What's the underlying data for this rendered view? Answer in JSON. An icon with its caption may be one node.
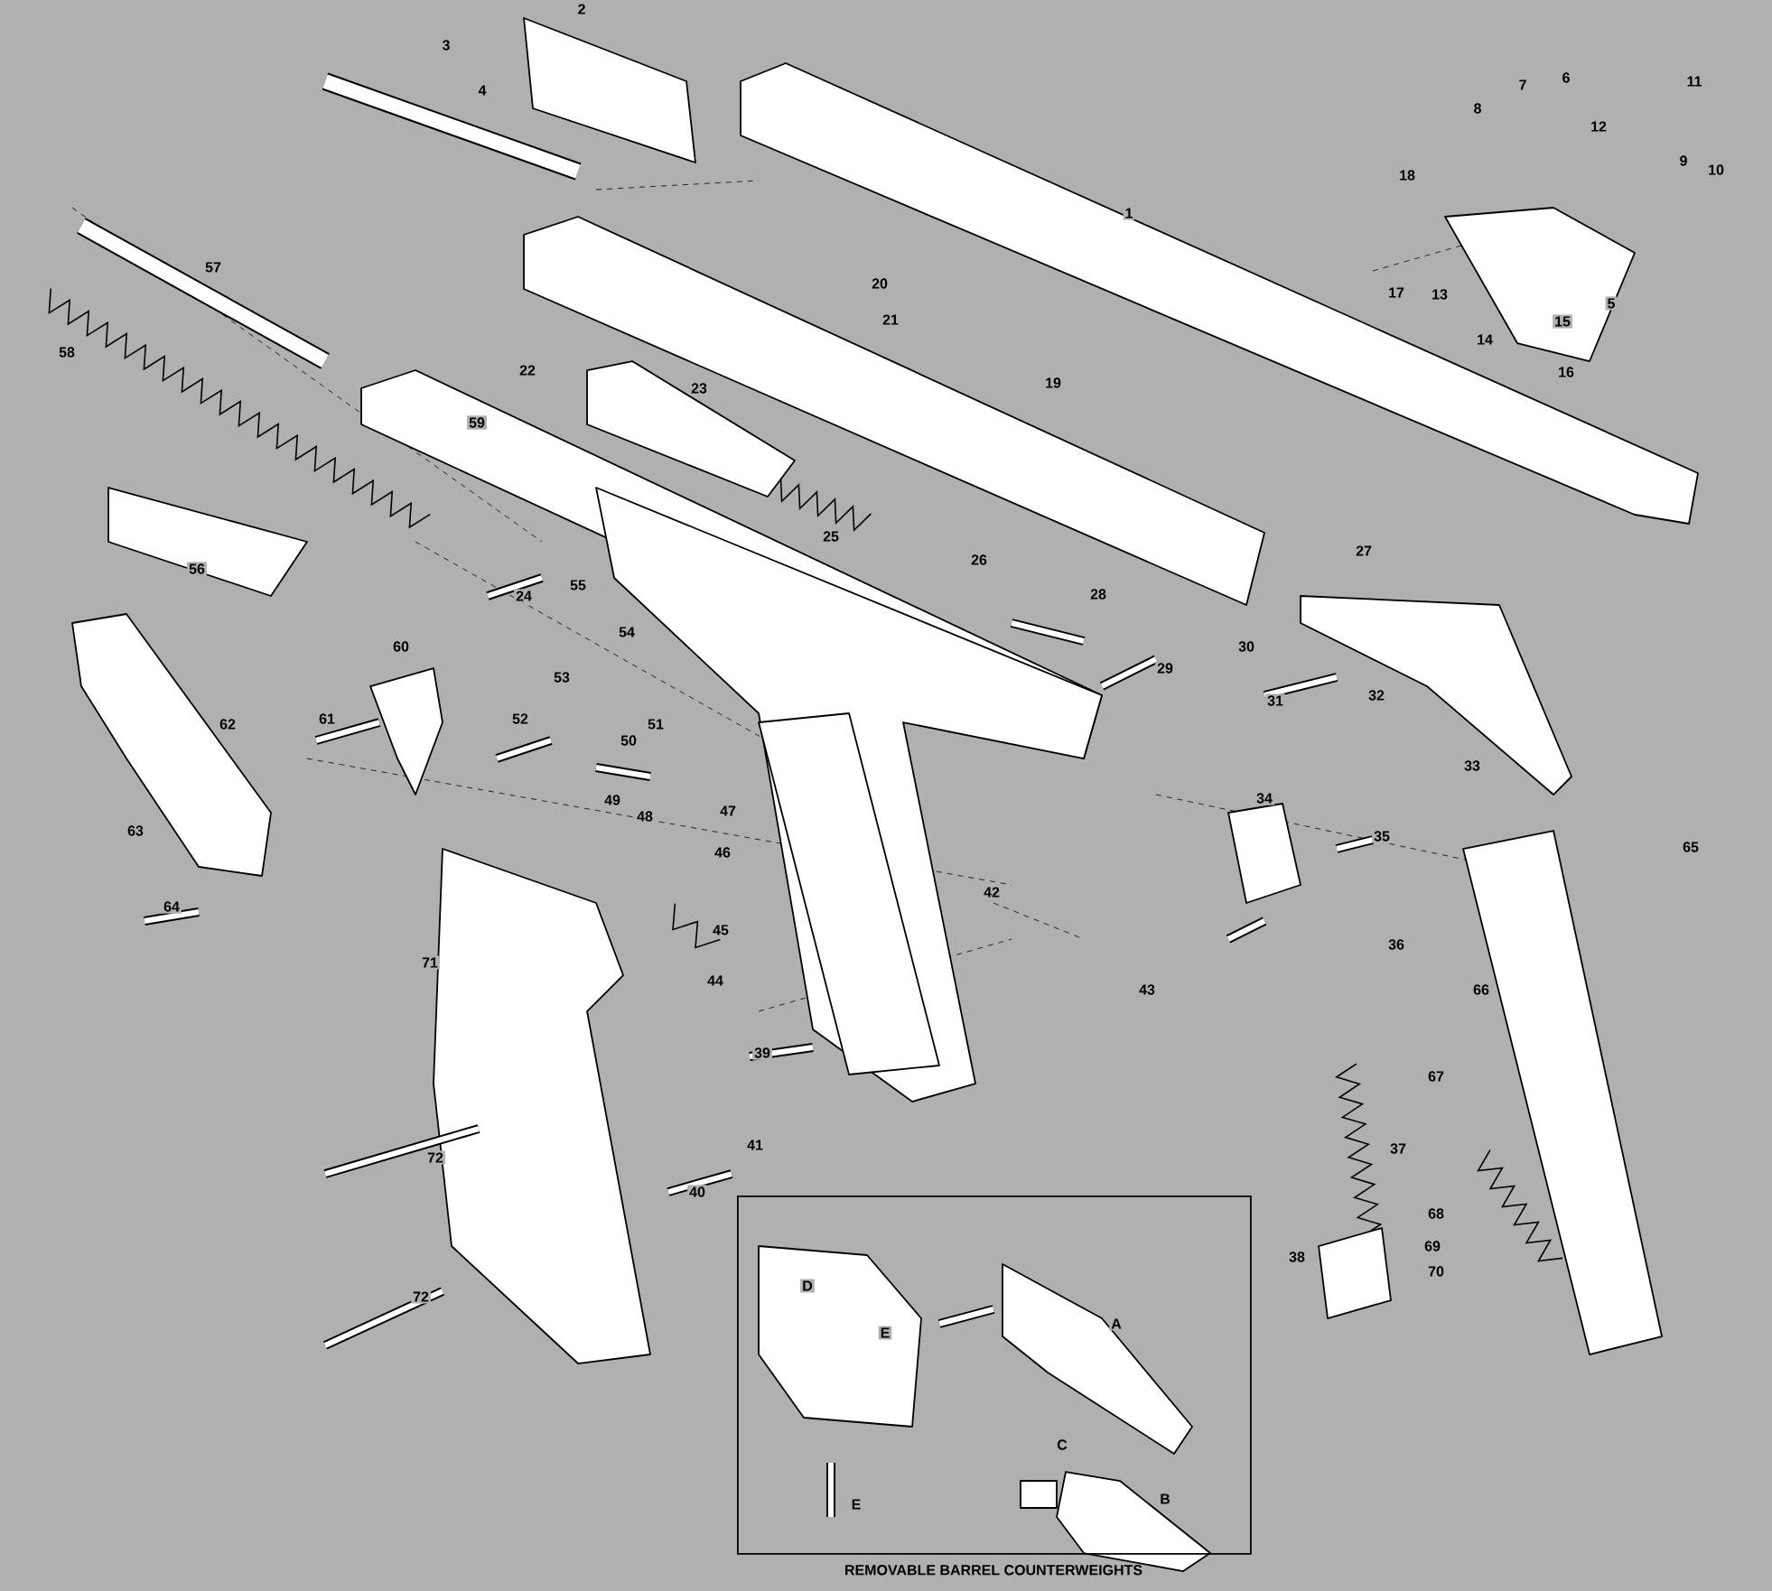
{
  "diagram": {
    "nodes": [
      {
        "text": [
          "REMOVABLE BARREL COUNTERWEIGHTS"
        ]
      }
    ],
    "edges": [],
    "labels": [
      "1",
      "2",
      "3",
      "4",
      "5",
      "6",
      "7",
      "8",
      "9",
      "10",
      "11",
      "12",
      "13",
      "14",
      "15",
      "16",
      "17",
      "18",
      "19",
      "20",
      "21",
      "22",
      "23",
      "24",
      "25",
      "26",
      "27",
      "28",
      "29",
      "30",
      "31",
      "32",
      "33",
      "34",
      "35",
      "36",
      "37",
      "38",
      "39",
      "40",
      "41",
      "42",
      "43",
      "44",
      "45",
      "46",
      "47",
      "48",
      "49",
      "50",
      "51",
      "52",
      "53",
      "54",
      "55",
      "56",
      "57",
      "58",
      "59",
      "60",
      "61",
      "62",
      "63",
      "64",
      "65",
      "66",
      "67",
      "68",
      "69",
      "70",
      "71",
      "72",
      "72",
      "A",
      "B",
      "C",
      "D",
      "E",
      "E"
    ]
  }
}
